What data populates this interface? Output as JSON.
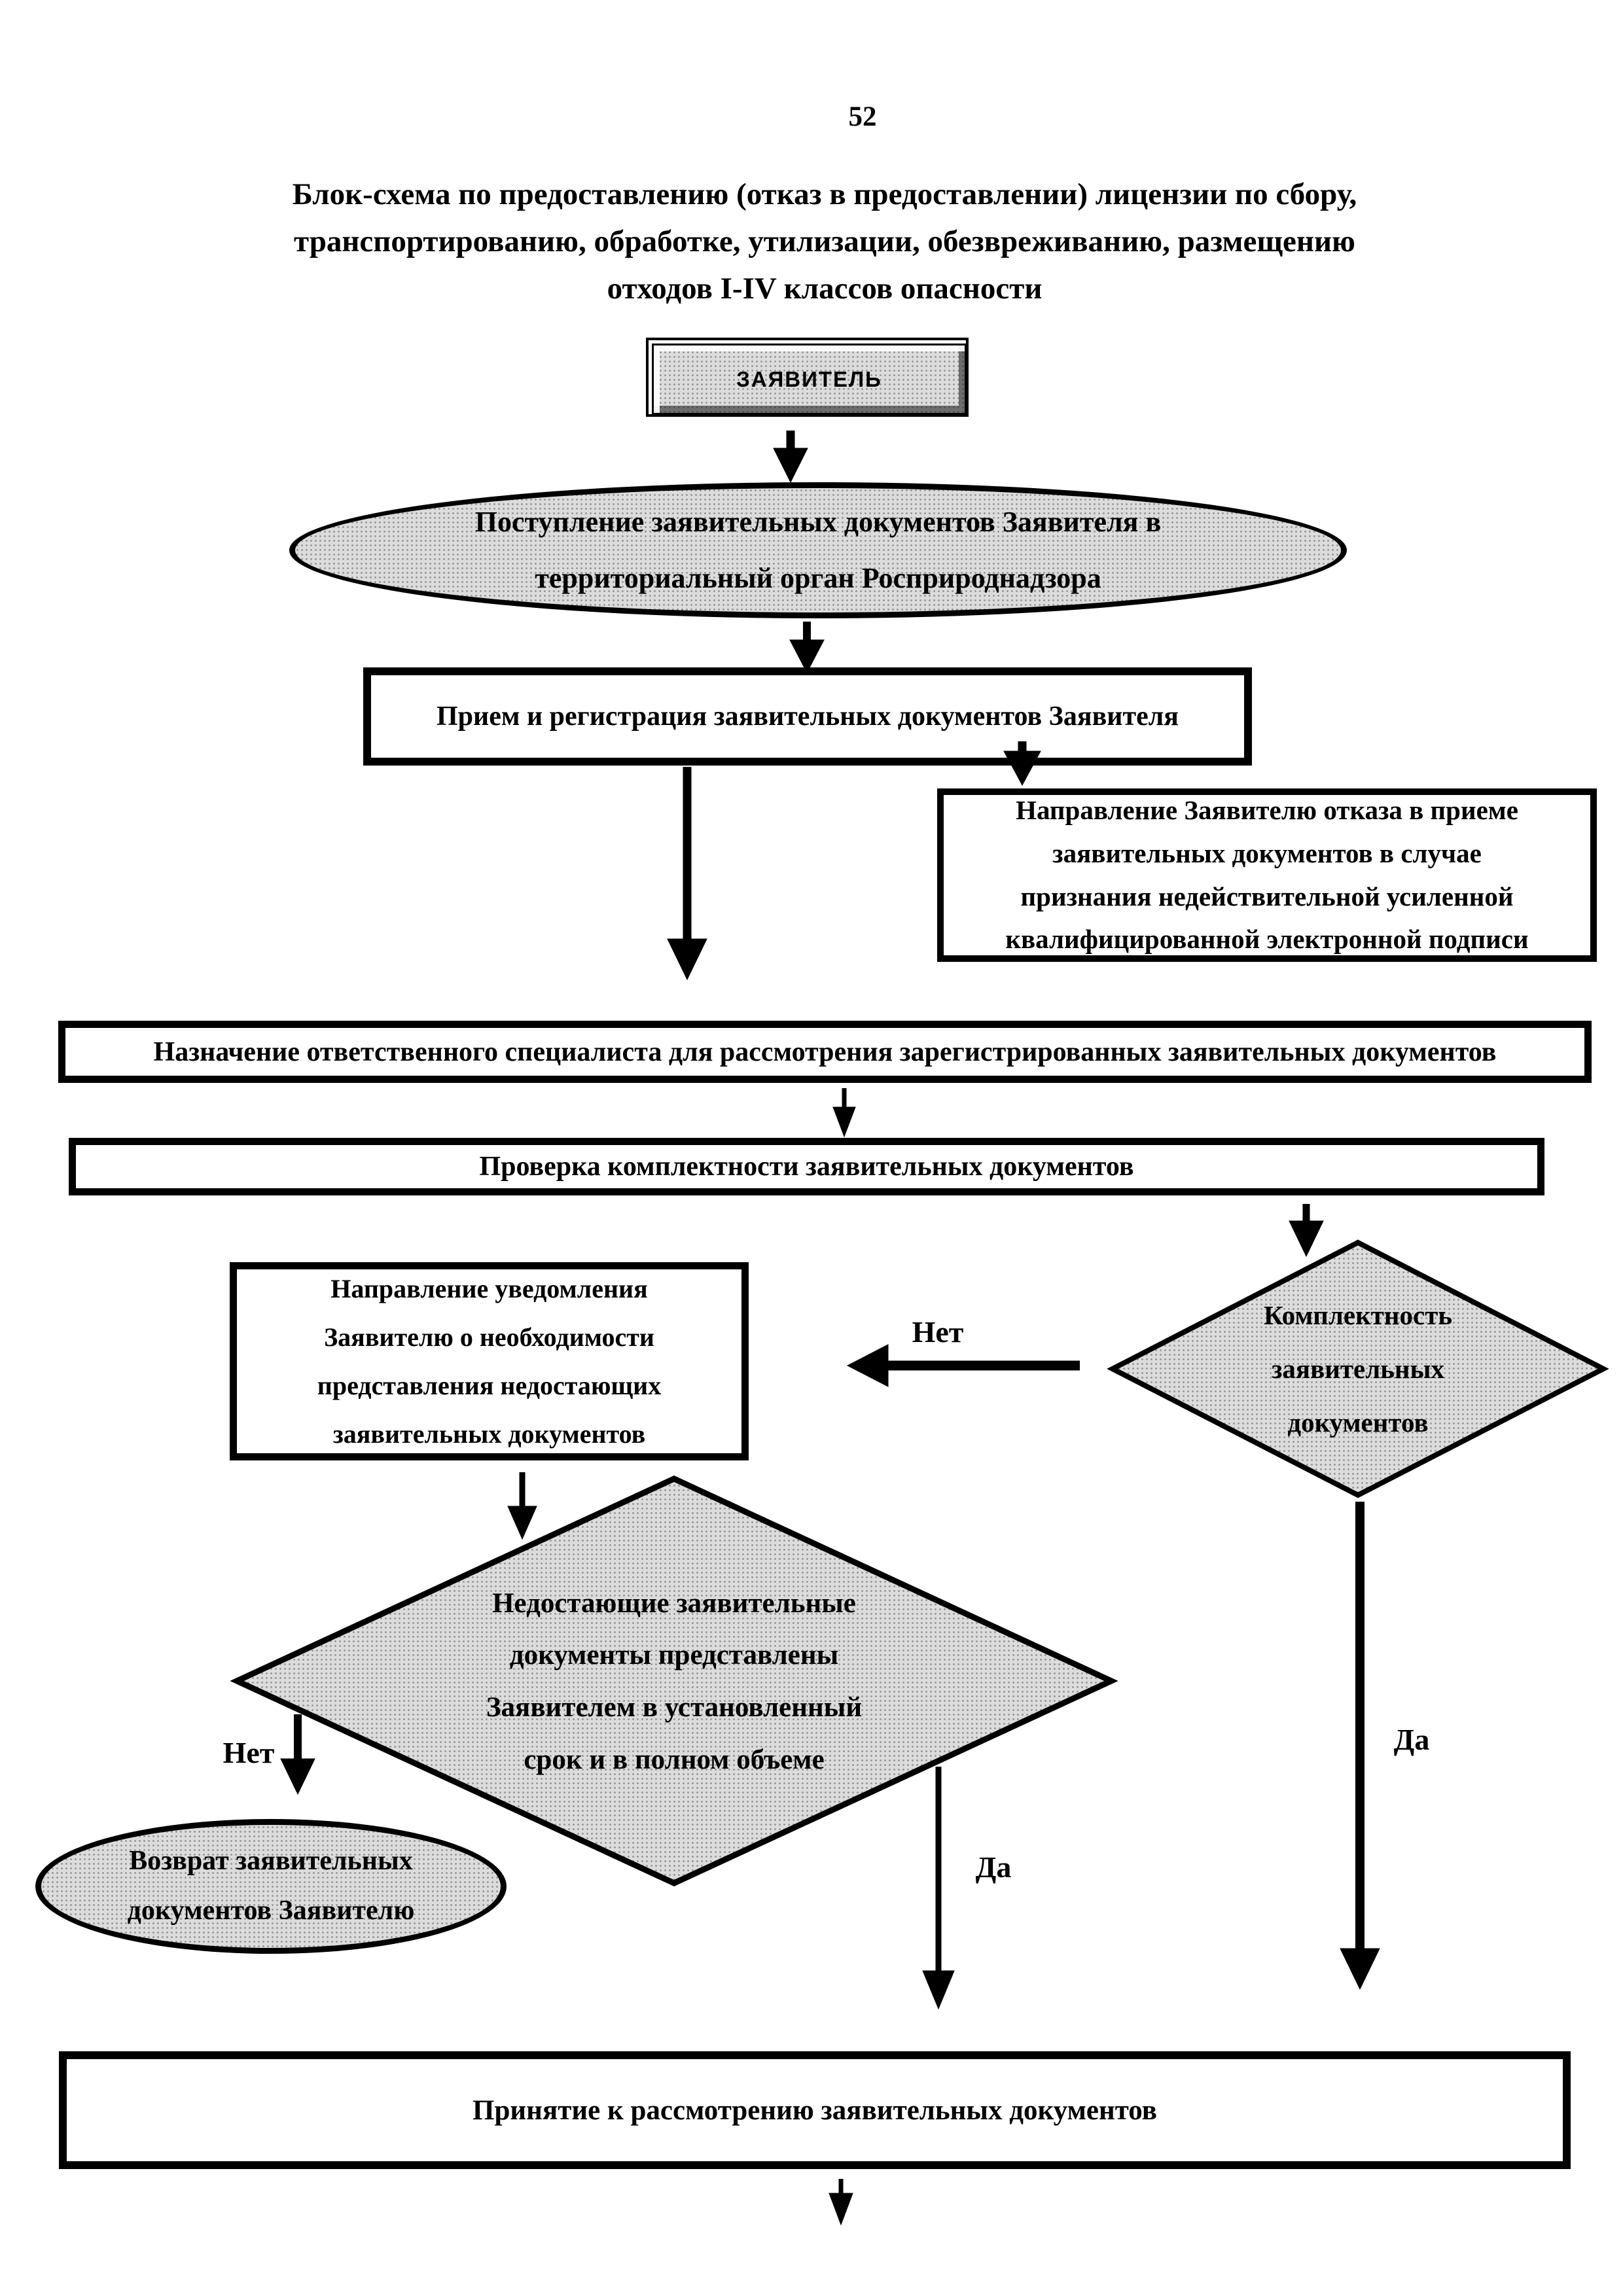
{
  "page": {
    "number": "52"
  },
  "title": {
    "lines": [
      "Блок-схема по предоставлению (отказ в предоставлении) лицензии по сбору,",
      "транспортированию, обработке, утилизации, обезвреживанию, размещению",
      "отходов I-IV классов опасности"
    ]
  },
  "nodes": {
    "applicant": {
      "label": "ЗАЯВИТЕЛЬ"
    },
    "incoming": {
      "lines": [
        "Поступление заявительных документов Заявителя  в",
        "территориальный орган Росприроднадзора"
      ]
    },
    "reception": {
      "label": "Прием и регистрация заявительных документов Заявителя"
    },
    "rejection": {
      "lines": [
        "Направление Заявителю отказа в приеме",
        "заявительных документов в случае",
        "признания недействительной усиленной",
        "квалифицированной электронной подписи"
      ]
    },
    "assignment": {
      "label": "Назначение ответственного специалиста для рассмотрения зарегистрированных заявительных документов"
    },
    "completeness_check": {
      "label": "Проверка комплектности заявительных документов"
    },
    "completeness_decision": {
      "lines": [
        "Комплектность",
        "заявительных",
        "документов"
      ]
    },
    "notification": {
      "lines": [
        "Направление уведомления",
        "Заявителю о необходимости",
        "представления недостающих",
        "заявительных документов"
      ]
    },
    "missing_docs_decision": {
      "lines": [
        "Недостающие заявительные",
        "документы  представлены",
        "Заявителем в установленный",
        "срок и в полном объеме"
      ]
    },
    "return_docs": {
      "lines": [
        "Возврат заявительных",
        "документов Заявителю"
      ]
    },
    "acceptance": {
      "label": "Принятие к рассмотрению заявительных документов"
    }
  },
  "edges": {
    "no_1": "Нет",
    "no_2": "Нет",
    "yes_1": "Да",
    "yes_2": "Да"
  },
  "colors": {
    "ink": "#000000",
    "paper": "#ffffff",
    "shape_fill": "#dcdcdc"
  }
}
